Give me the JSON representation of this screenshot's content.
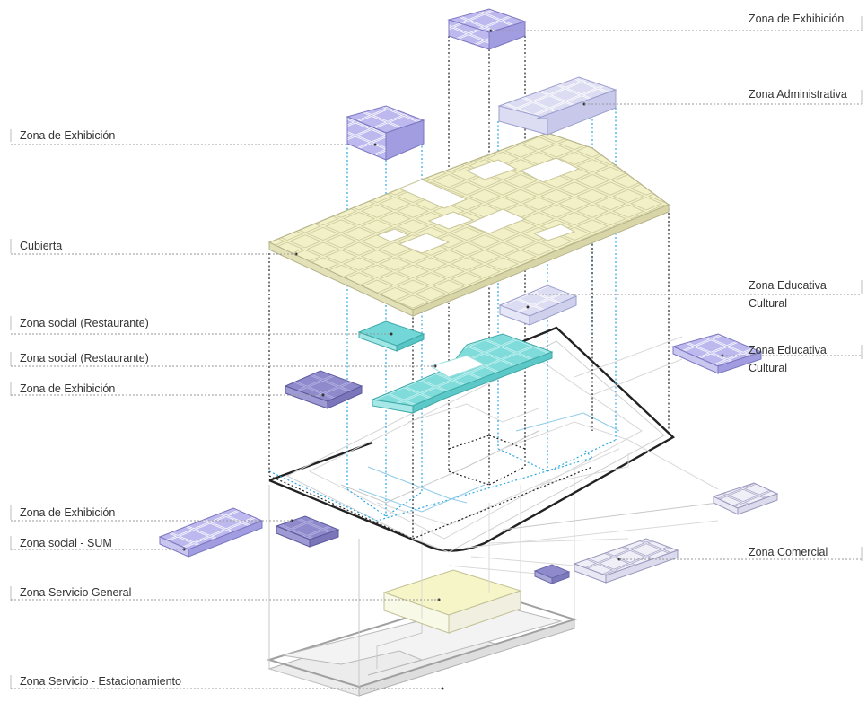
{
  "labels": {
    "left": [
      "Zona de Exhibición",
      "Cubierta",
      "Zona social (Restaurante)",
      "Zona social (Restaurante)",
      "Zona de Exhibición",
      "Zona de Exhibición",
      "Zona social - SUM",
      "Zona Servicio General",
      "Zona Servicio - Estacionamiento"
    ],
    "right": [
      "Zona de Exhibición",
      "Zona Administrativa",
      "Zona Educativa",
      "Cultural",
      "Zona Educativa",
      "Cultural",
      "Zona Comercial"
    ]
  },
  "colors": {
    "exhibicion": "#b8b5ec",
    "exhibicion_dark": "#8a86c8",
    "cubierta": "#f2f0c6",
    "restaurante": "#6ad7d6",
    "educativa": "#c4c8ea",
    "comercial": "#e6e4f3",
    "servicio": "#f6f5c8",
    "estacionamiento": "#e2e2e2"
  }
}
